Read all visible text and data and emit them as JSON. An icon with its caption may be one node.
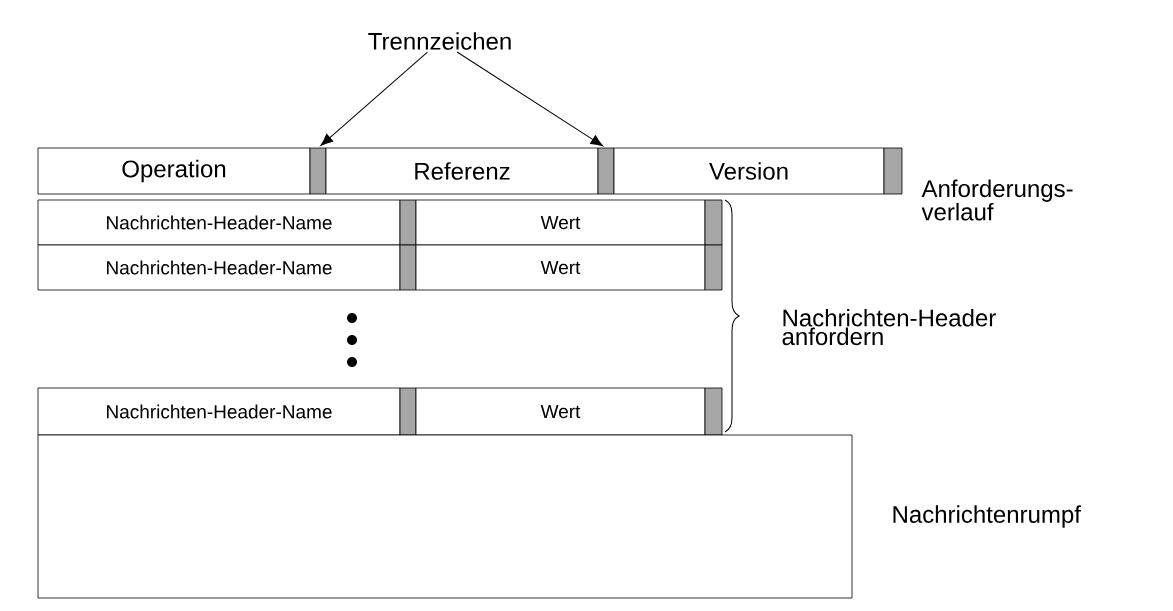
{
  "diagram": {
    "nodes": [
      {
        "text": [
          "Trennzeichen"
        ]
      },
      {
        "text": [
          "Operation"
        ]
      },
      {
        "text": [],
        "shape": "bar"
      },
      {
        "text": [
          "Referenz"
        ]
      },
      {
        "text": [],
        "shape": "bar"
      },
      {
        "text": [
          "Version"
        ]
      },
      {
        "text": [],
        "shape": "bar"
      },
      {
        "text": [
          "Nachrichten-Header-Name"
        ]
      },
      {
        "text": [],
        "shape": "bar"
      },
      {
        "text": [
          "Wert"
        ]
      },
      {
        "text": [],
        "shape": "bar"
      },
      {
        "text": [
          "Nachrichten-Header-Name"
        ]
      },
      {
        "text": [],
        "shape": "bar"
      },
      {
        "text": [
          "Wert"
        ]
      },
      {
        "text": [],
        "shape": "bar"
      },
      {
        "text": [
          "Nachrichten-Header-Name"
        ]
      },
      {
        "text": [],
        "shape": "bar"
      },
      {
        "text": [
          "Wert"
        ]
      },
      {
        "text": [],
        "shape": "bar"
      },
      {
        "text": [],
        "shape": "box",
        "beside": [
          "Nachrichtenrumpf"
        ]
      }
    ],
    "edges": [
      {
        "from": 0,
        "to": 2,
        "arrow": "to"
      },
      {
        "from": 0,
        "to": 4,
        "arrow": "to"
      }
    ],
    "labels": [
      "Anforderungs- verlauf",
      "Nachrichten-Header anfordern"
    ]
  }
}
